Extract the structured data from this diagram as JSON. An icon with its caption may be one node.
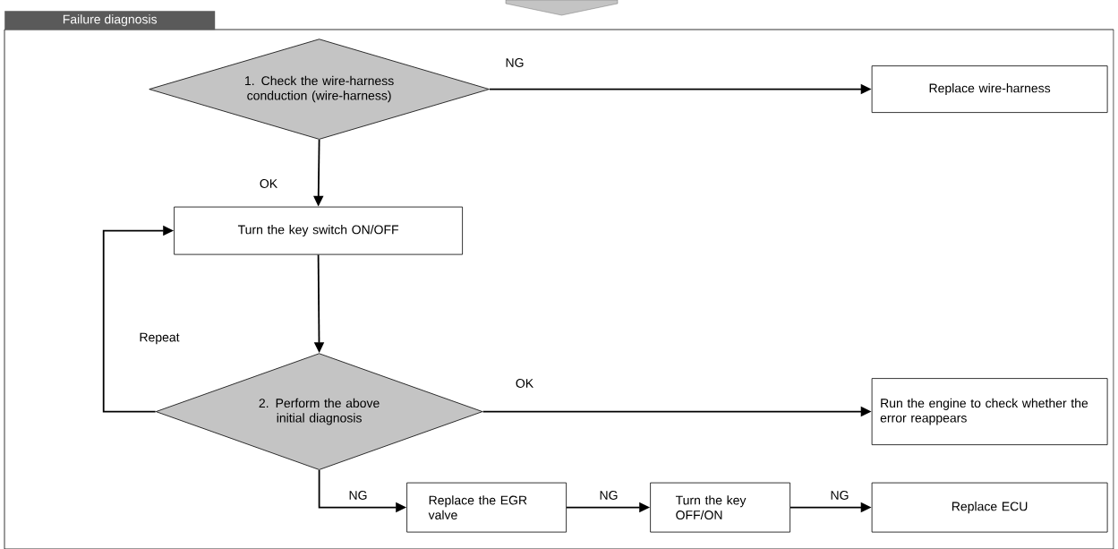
{
  "diagram": {
    "nodes": [
      {
        "text": [
          "Failure diagnosis"
        ]
      },
      {
        "text": [
          "1. Check the wire-harness conduction (wire-harness)"
        ],
        "in": 0
      },
      {
        "text": [
          "Replace wire-harness"
        ],
        "in": 0
      },
      {
        "text": [
          "Turn the key switch ON/OFF"
        ],
        "in": 0
      },
      {
        "text": [
          "2. Perform the above initial diagnosis"
        ],
        "in": 0
      },
      {
        "text": [
          "Run the engine to check whether the error reappears"
        ],
        "in": 0
      },
      {
        "text": [
          "Replace the EGR valve"
        ],
        "in": 0
      },
      {
        "text": [
          "Turn the key OFF/ON"
        ],
        "in": 0
      },
      {
        "text": [
          "Replace ECU"
        ],
        "in": 0
      }
    ],
    "edges": [
      {
        "from": 1,
        "to": 2,
        "arrow": "to",
        "label": "NG"
      },
      {
        "from": 1,
        "to": 3,
        "arrow": "to",
        "label": "OK"
      },
      {
        "from": 3,
        "to": 4,
        "arrow": "to"
      },
      {
        "from": 4,
        "to": 3,
        "arrow": "to",
        "label": "Repeat"
      },
      {
        "from": 4,
        "to": 5,
        "arrow": "to",
        "label": "OK"
      },
      {
        "from": 4,
        "to": 6,
        "arrow": "to",
        "label": "NG"
      },
      {
        "from": 6,
        "to": 7,
        "arrow": "to",
        "label": "NG"
      },
      {
        "from": 7,
        "to": 8,
        "arrow": "to",
        "label": "NG"
      }
    ]
  }
}
